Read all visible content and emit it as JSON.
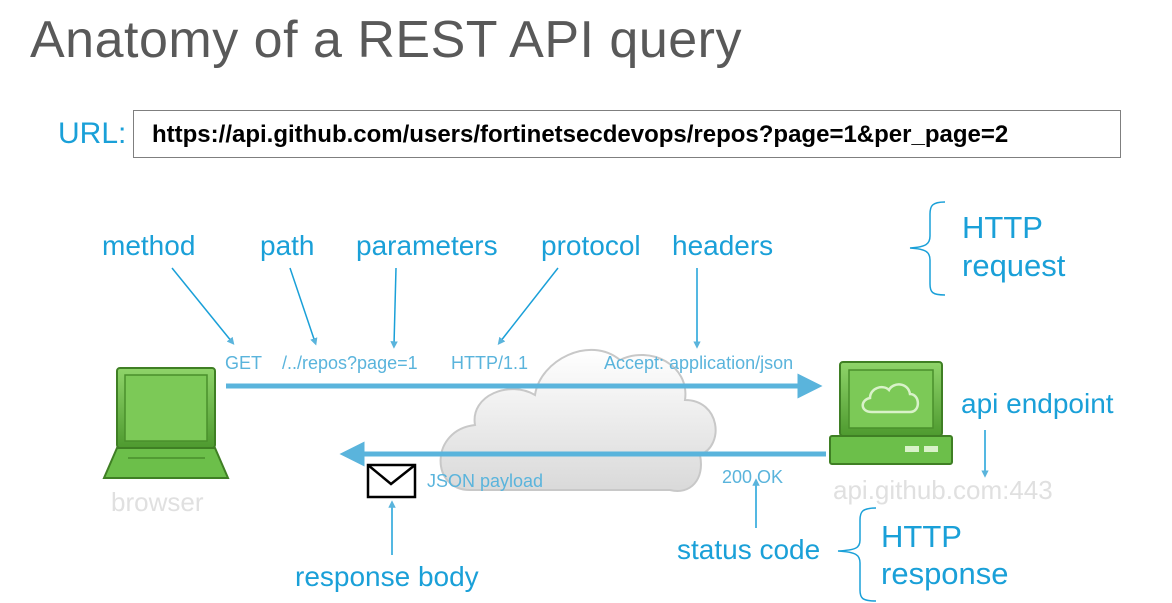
{
  "title": "Anatomy of a REST API query",
  "url": {
    "label": "URL:",
    "value": "https://api.github.com/users/fortinetsecdevops/repos?page=1&per_page=2"
  },
  "labels": {
    "method": "method",
    "path": "path",
    "parameters": "parameters",
    "protocol": "protocol",
    "headers": "headers",
    "http_request": [
      "HTTP",
      "request"
    ],
    "api_endpoint": "api endpoint",
    "status_code": "status code",
    "http_response": [
      "HTTP",
      "response"
    ],
    "response_body": "response body"
  },
  "request_line": {
    "method": "GET",
    "path": "/../repos?page=1",
    "protocol": "HTTP/1.1",
    "header": "Accept: application/json"
  },
  "response_line": {
    "payload": "JSON payload",
    "status": "200 OK"
  },
  "nodes": {
    "client": "browser",
    "server": "api.github.com:443"
  },
  "colors": {
    "accent": "#1aa0d8",
    "arrow": "#5ab4dc",
    "device_green": "#6cbf4a",
    "title_gray": "#595959"
  }
}
